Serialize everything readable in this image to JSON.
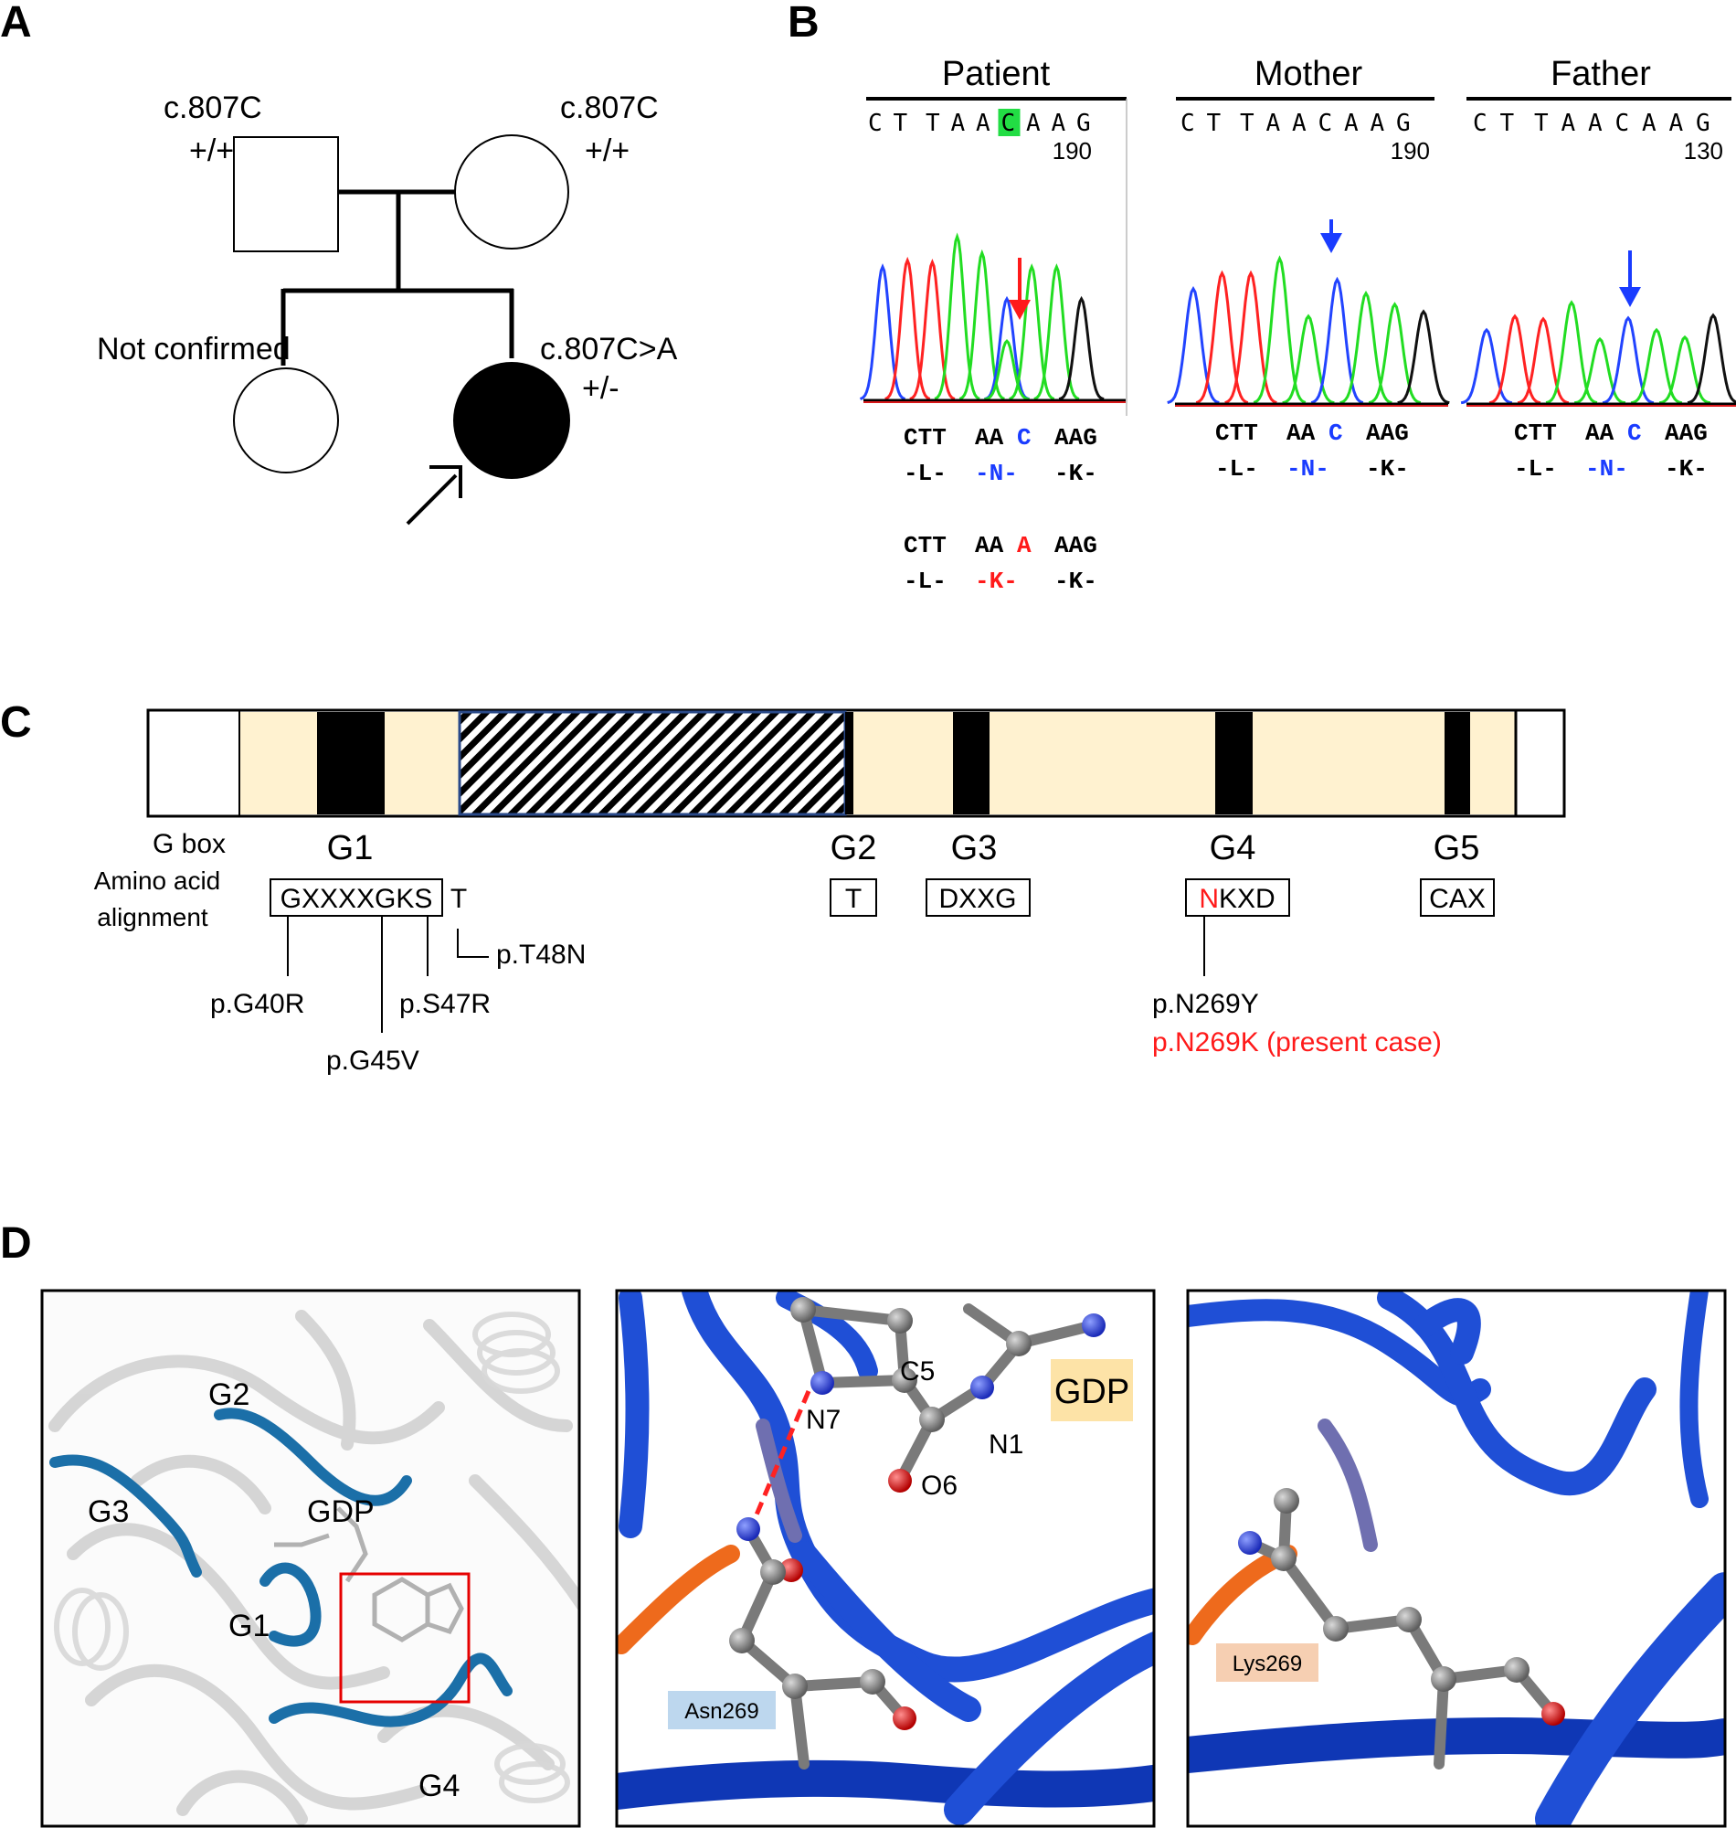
{
  "panels": {
    "a": "A",
    "b": "B",
    "c": "C",
    "d": "D"
  },
  "pedigree": {
    "father_allele": "c.807C",
    "father_genotype": "+/+",
    "mother_allele": "c.807C",
    "mother_genotype": "+/+",
    "sibling_label": "Not confirmed",
    "proband_allele": "c.807C>A",
    "proband_genotype": "+/-"
  },
  "sanger": {
    "tracks": [
      {
        "title": "Patient",
        "sequence": "CTTAACAAG",
        "position": "190",
        "highlight_index": 5,
        "arrow_color": "#ff1a1a",
        "codons_wt": [
          "CTT",
          "AA",
          "C",
          "AAG"
        ],
        "aa_wt": [
          "-L-",
          "-N-",
          "-K-"
        ],
        "codons_mut": [
          "CTT",
          "AA",
          "A",
          "AAG"
        ],
        "aa_mut": [
          "-L-",
          "-K-",
          "-K-"
        ]
      },
      {
        "title": "Mother",
        "sequence": "CTTAACAAG",
        "position": "190",
        "arrow_color": "#1a3cff",
        "codons_wt": [
          "CTT",
          "AA",
          "C",
          "AAG"
        ],
        "aa_wt": [
          "-L-",
          "-N-",
          "-K-"
        ]
      },
      {
        "title": "Father",
        "sequence": "CTTAACAAG",
        "position": "130",
        "arrow_color": "#1a3cff",
        "codons_wt": [
          "CTT",
          "AA",
          "C",
          "AAG"
        ],
        "aa_wt": [
          "-L-",
          "-N-",
          "-K-"
        ]
      }
    ],
    "base_colors": {
      "A": "#22dd22",
      "C": "#2244ff",
      "G": "#111111",
      "T": "#ff2222"
    },
    "highlight_color": "#22dd44",
    "wt_color": "#1a3cff",
    "mut_color": "#ff1a1a"
  },
  "domain": {
    "g_box_label": "G box",
    "aa_alignment_label_1": "Amino acid",
    "aa_alignment_label_2": "alignment",
    "boxes": [
      {
        "name": "G1",
        "motif": "GXXXXGKS",
        "extra": "T"
      },
      {
        "name": "G2",
        "motif": "T"
      },
      {
        "name": "G3",
        "motif": "DXXG"
      },
      {
        "name": "G4",
        "motif_red": "N",
        "motif": "KXD"
      },
      {
        "name": "G5",
        "motif": "CAX"
      }
    ],
    "variants": [
      "p.G40R",
      "p.G45V",
      "p.S47R",
      "p.T48N",
      "p.N269Y",
      "p.N269K (present case)"
    ],
    "colors": {
      "domain_fill": "#fff2d0",
      "highlight": "#ff1a1a"
    }
  },
  "structure": {
    "left": {
      "labels": [
        "G2",
        "G3",
        "GDP",
        "G1",
        "G4"
      ]
    },
    "middle": {
      "atoms": [
        "C5",
        "N7",
        "N1",
        "O6"
      ],
      "ligand_label": "GDP",
      "residue_label": "Asn269"
    },
    "right": {
      "residue_label": "Lys269"
    },
    "colors": {
      "ribbon": "#1f4fd6",
      "ribbon_dark": "#0f37b5",
      "orange": "#ee6a1c",
      "purple": "#6f6fb0",
      "carbon": "#8a8a8a",
      "nitrogen": "#2a3fdc",
      "oxygen": "#e01818",
      "hbond": "#ff2222",
      "gdp_tag": "#fde3a7",
      "asn_tag": "#bdd7ee",
      "lys_tag": "#f6cfb2"
    }
  }
}
